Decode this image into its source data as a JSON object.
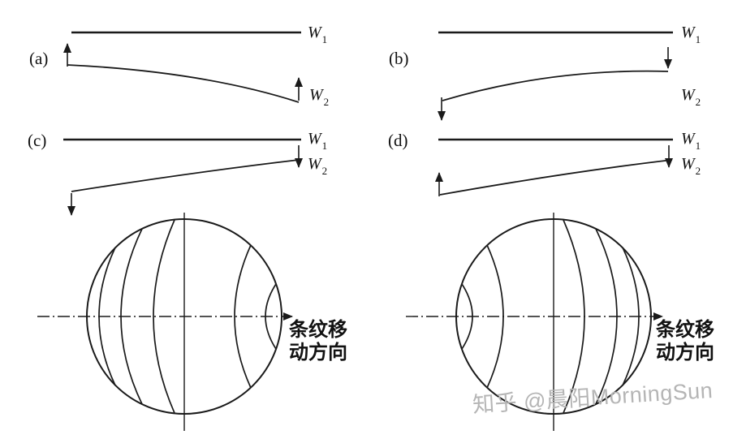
{
  "figure": {
    "panels": {
      "a": "(a)",
      "b": "(b)",
      "c": "(c)",
      "d": "(d)"
    },
    "wavefront": {
      "symbol": "W",
      "sub1": "1",
      "sub2": "2"
    },
    "direction_label": {
      "line1": "条纹移",
      "line2": "动方向"
    },
    "watermark": "知乎 @晨阳MorningSun",
    "colors": {
      "ink": "#1a1a1a",
      "watermark": "#b5b5b5"
    }
  }
}
